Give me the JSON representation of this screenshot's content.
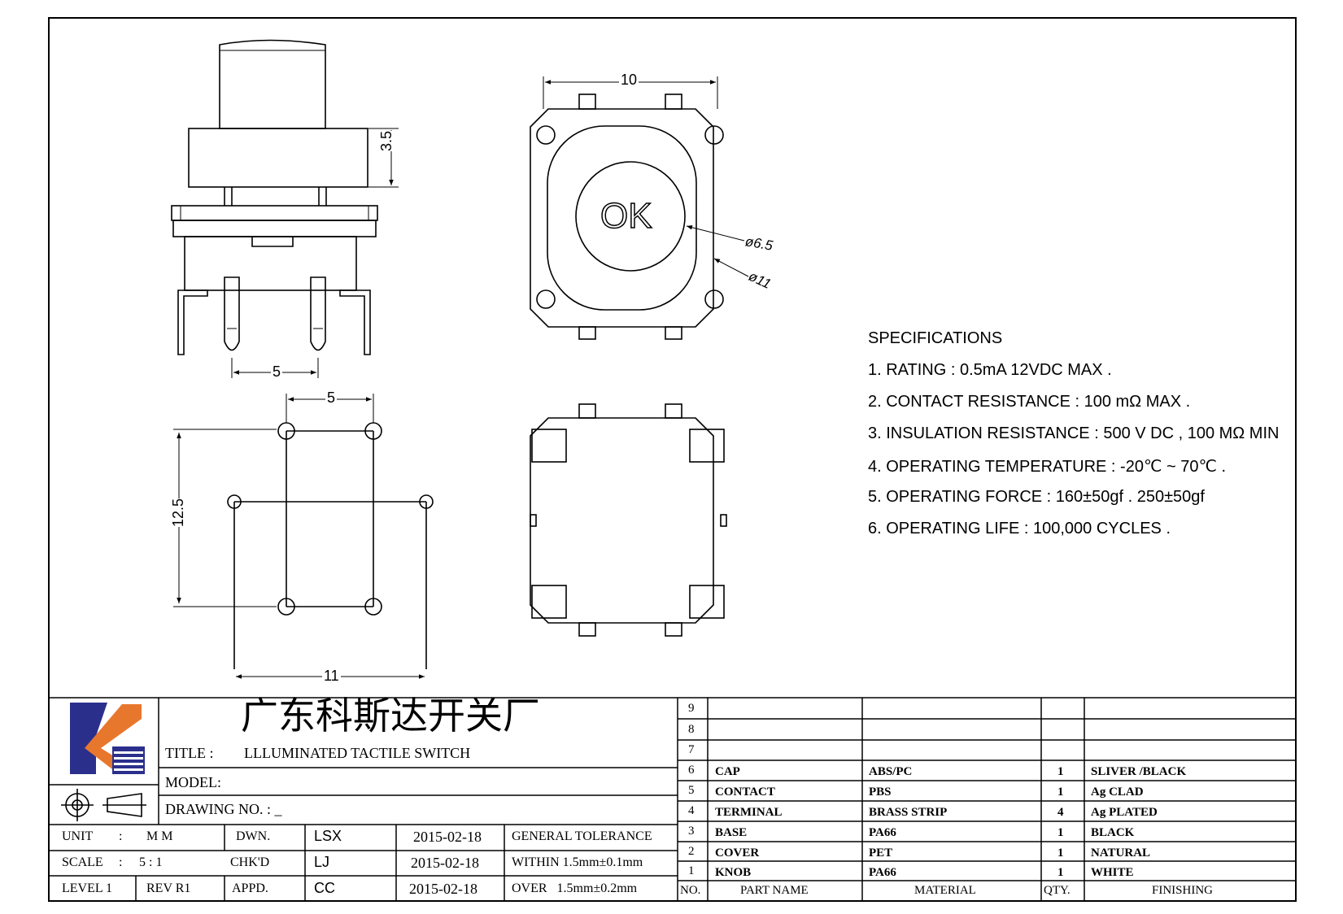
{
  "dimensions": {
    "width_top": "10",
    "height_side": "3.5",
    "pin_spacing_side": "5",
    "dia_inner": "ø6.5",
    "dia_outer": "ø11",
    "pattern_top": "5",
    "pattern_left": "12.5",
    "pattern_bottom": "11"
  },
  "button_label": "OK",
  "specifications": {
    "heading": "SPECIFICATIONS",
    "items": [
      "1. RATING : 0.5mA 12VDC MAX .",
      "2. CONTACT RESISTANCE : 100 mΩ MAX .",
      "3. INSULATION RESISTANCE : 500 V DC , 100 MΩ MIN",
      "4. OPERATING TEMPERATURE : -20℃ ~ 70℃ .",
      "5. OPERATING FORCE : 160±50gf . 250±50gf",
      "6. OPERATING LIFE : 100,000 CYCLES ."
    ]
  },
  "title_block": {
    "company": "广东科斯达开关厂",
    "title_label": "TITLE :",
    "title_value": "LLLUMINATED TACTILE SWITCH",
    "model_label": "MODEL:",
    "drawing_no_label": "DRAWING NO. : _",
    "unit_label": "UNIT",
    "unit_sep": ":",
    "unit_value": "M M",
    "scale_label": "SCALE",
    "scale_sep": ":",
    "scale_value": "5 : 1",
    "level": "LEVEL 1",
    "rev": "REV  R1",
    "dwn_label": "DWN.",
    "dwn_name": "LSX",
    "dwn_date": "2015-02-18",
    "chkd_label": "CHK'D",
    "chkd_name": "LJ",
    "chkd_date": "2015-02-18",
    "appd_label": "APPD.",
    "appd_name": "CC",
    "appd_date": "2015-02-18",
    "tolerance_label": "GENERAL TOLERANCE",
    "tolerance_within": "WITHIN 1.5mm±0.1mm",
    "tolerance_over": "OVER   1.5mm±0.2mm"
  },
  "bom": {
    "headers": [
      "NO.",
      "PART NAME",
      "MATERIAL",
      "QTY.",
      "FINISHING"
    ],
    "rows": [
      {
        "no": "9",
        "part": "",
        "material": "",
        "qty": "",
        "finishing": ""
      },
      {
        "no": "8",
        "part": "",
        "material": "",
        "qty": "",
        "finishing": ""
      },
      {
        "no": "7",
        "part": "",
        "material": "",
        "qty": "",
        "finishing": ""
      },
      {
        "no": "6",
        "part": "CAP",
        "material": "ABS/PC",
        "qty": "1",
        "finishing": "SLIVER /BLACK"
      },
      {
        "no": "5",
        "part": "CONTACT",
        "material": "PBS",
        "qty": "1",
        "finishing": "Ag CLAD"
      },
      {
        "no": "4",
        "part": "TERMINAL",
        "material": "BRASS STRIP",
        "qty": "4",
        "finishing": "Ag PLATED"
      },
      {
        "no": "3",
        "part": "BASE",
        "material": "PA66",
        "qty": "1",
        "finishing": "BLACK"
      },
      {
        "no": "2",
        "part": "COVER",
        "material": "PET",
        "qty": "1",
        "finishing": "NATURAL"
      },
      {
        "no": "1",
        "part": "KNOB",
        "material": "PA66",
        "qty": "1",
        "finishing": "WHITE"
      }
    ]
  },
  "colors": {
    "logo_blue": "#2b2f8c",
    "logo_orange": "#e8772e",
    "line": "#000000"
  }
}
